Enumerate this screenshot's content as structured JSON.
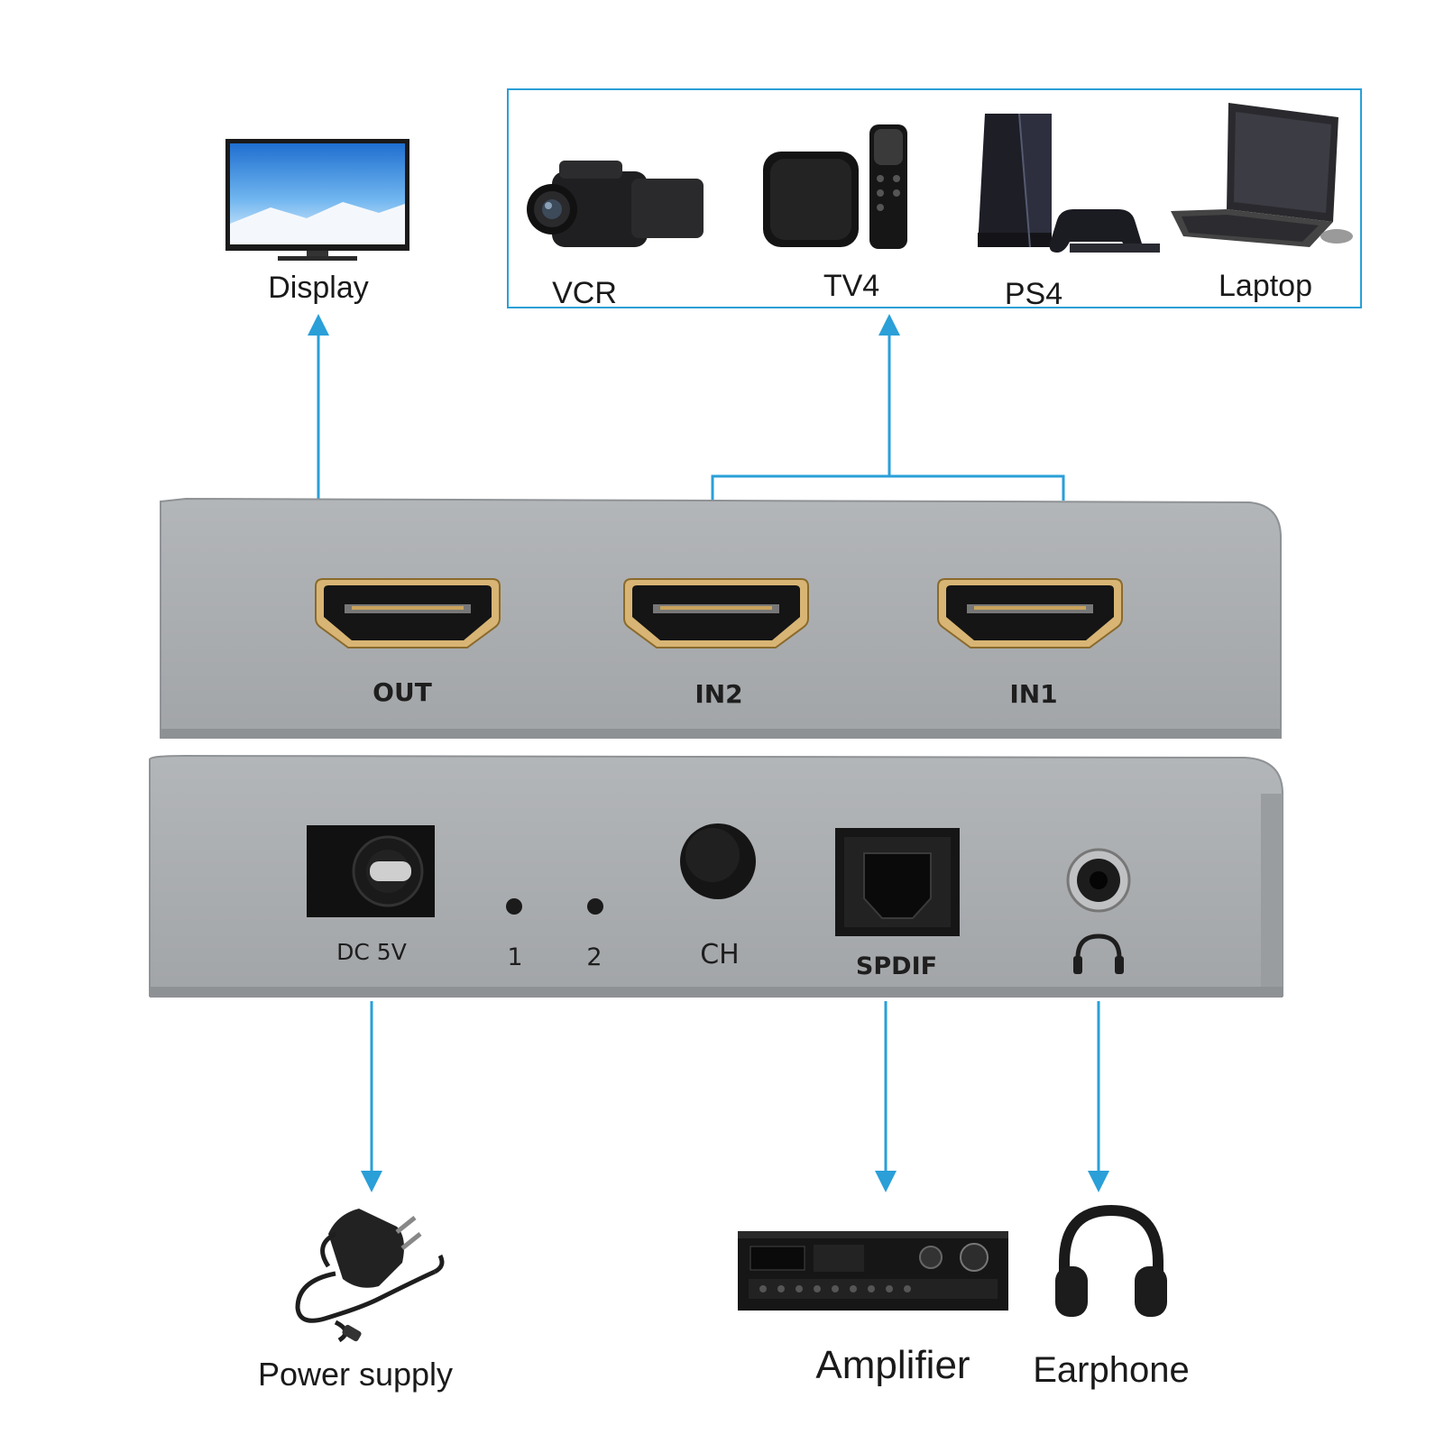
{
  "colors": {
    "accent": "#2a9fd8",
    "panel": "#a9acaf",
    "panel_dark": "#8e9194",
    "port_gold": "#c9a35c",
    "device_black": "#1c1c1e"
  },
  "targets": {
    "display": "Display",
    "sources": [
      "VCR",
      "TV4",
      "PS4",
      "Laptop"
    ],
    "power": "Power supply",
    "amplifier": "Amplifier",
    "earphone": "Earphone"
  },
  "front_panel": {
    "ports": [
      "OUT",
      "IN2",
      "IN1"
    ]
  },
  "rear_panel": {
    "dc_label": "DC 5V",
    "led_labels": [
      "1",
      "2"
    ],
    "button_label": "CH",
    "optical_label": "SPDIF",
    "headphone_icon": "headphone-icon"
  }
}
